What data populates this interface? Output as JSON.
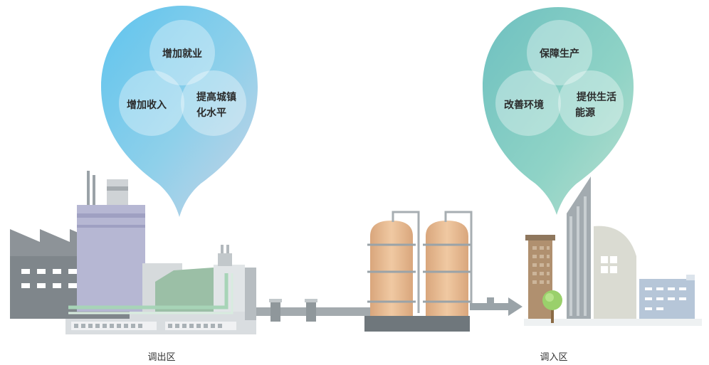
{
  "left_bubble": {
    "circles": [
      "增加就业",
      "增加收入",
      "提高城镇",
      "化水平"
    ]
  },
  "right_bubble": {
    "circles": [
      "保障生产",
      "改善环境",
      "提供生活",
      "能源"
    ]
  },
  "regions": {
    "source": "调出区",
    "destination": "调入区"
  },
  "colors": {
    "left_bubble": "#7fcbe8",
    "right_bubble": "#7cc6b8",
    "tank": "#e6bf9a",
    "pipe": "#9aa3a8"
  },
  "icons": [
    "factory-icon",
    "storage-tank-icon",
    "pipeline-icon",
    "arrow-right-icon",
    "tree-icon",
    "city-buildings-icon"
  ]
}
